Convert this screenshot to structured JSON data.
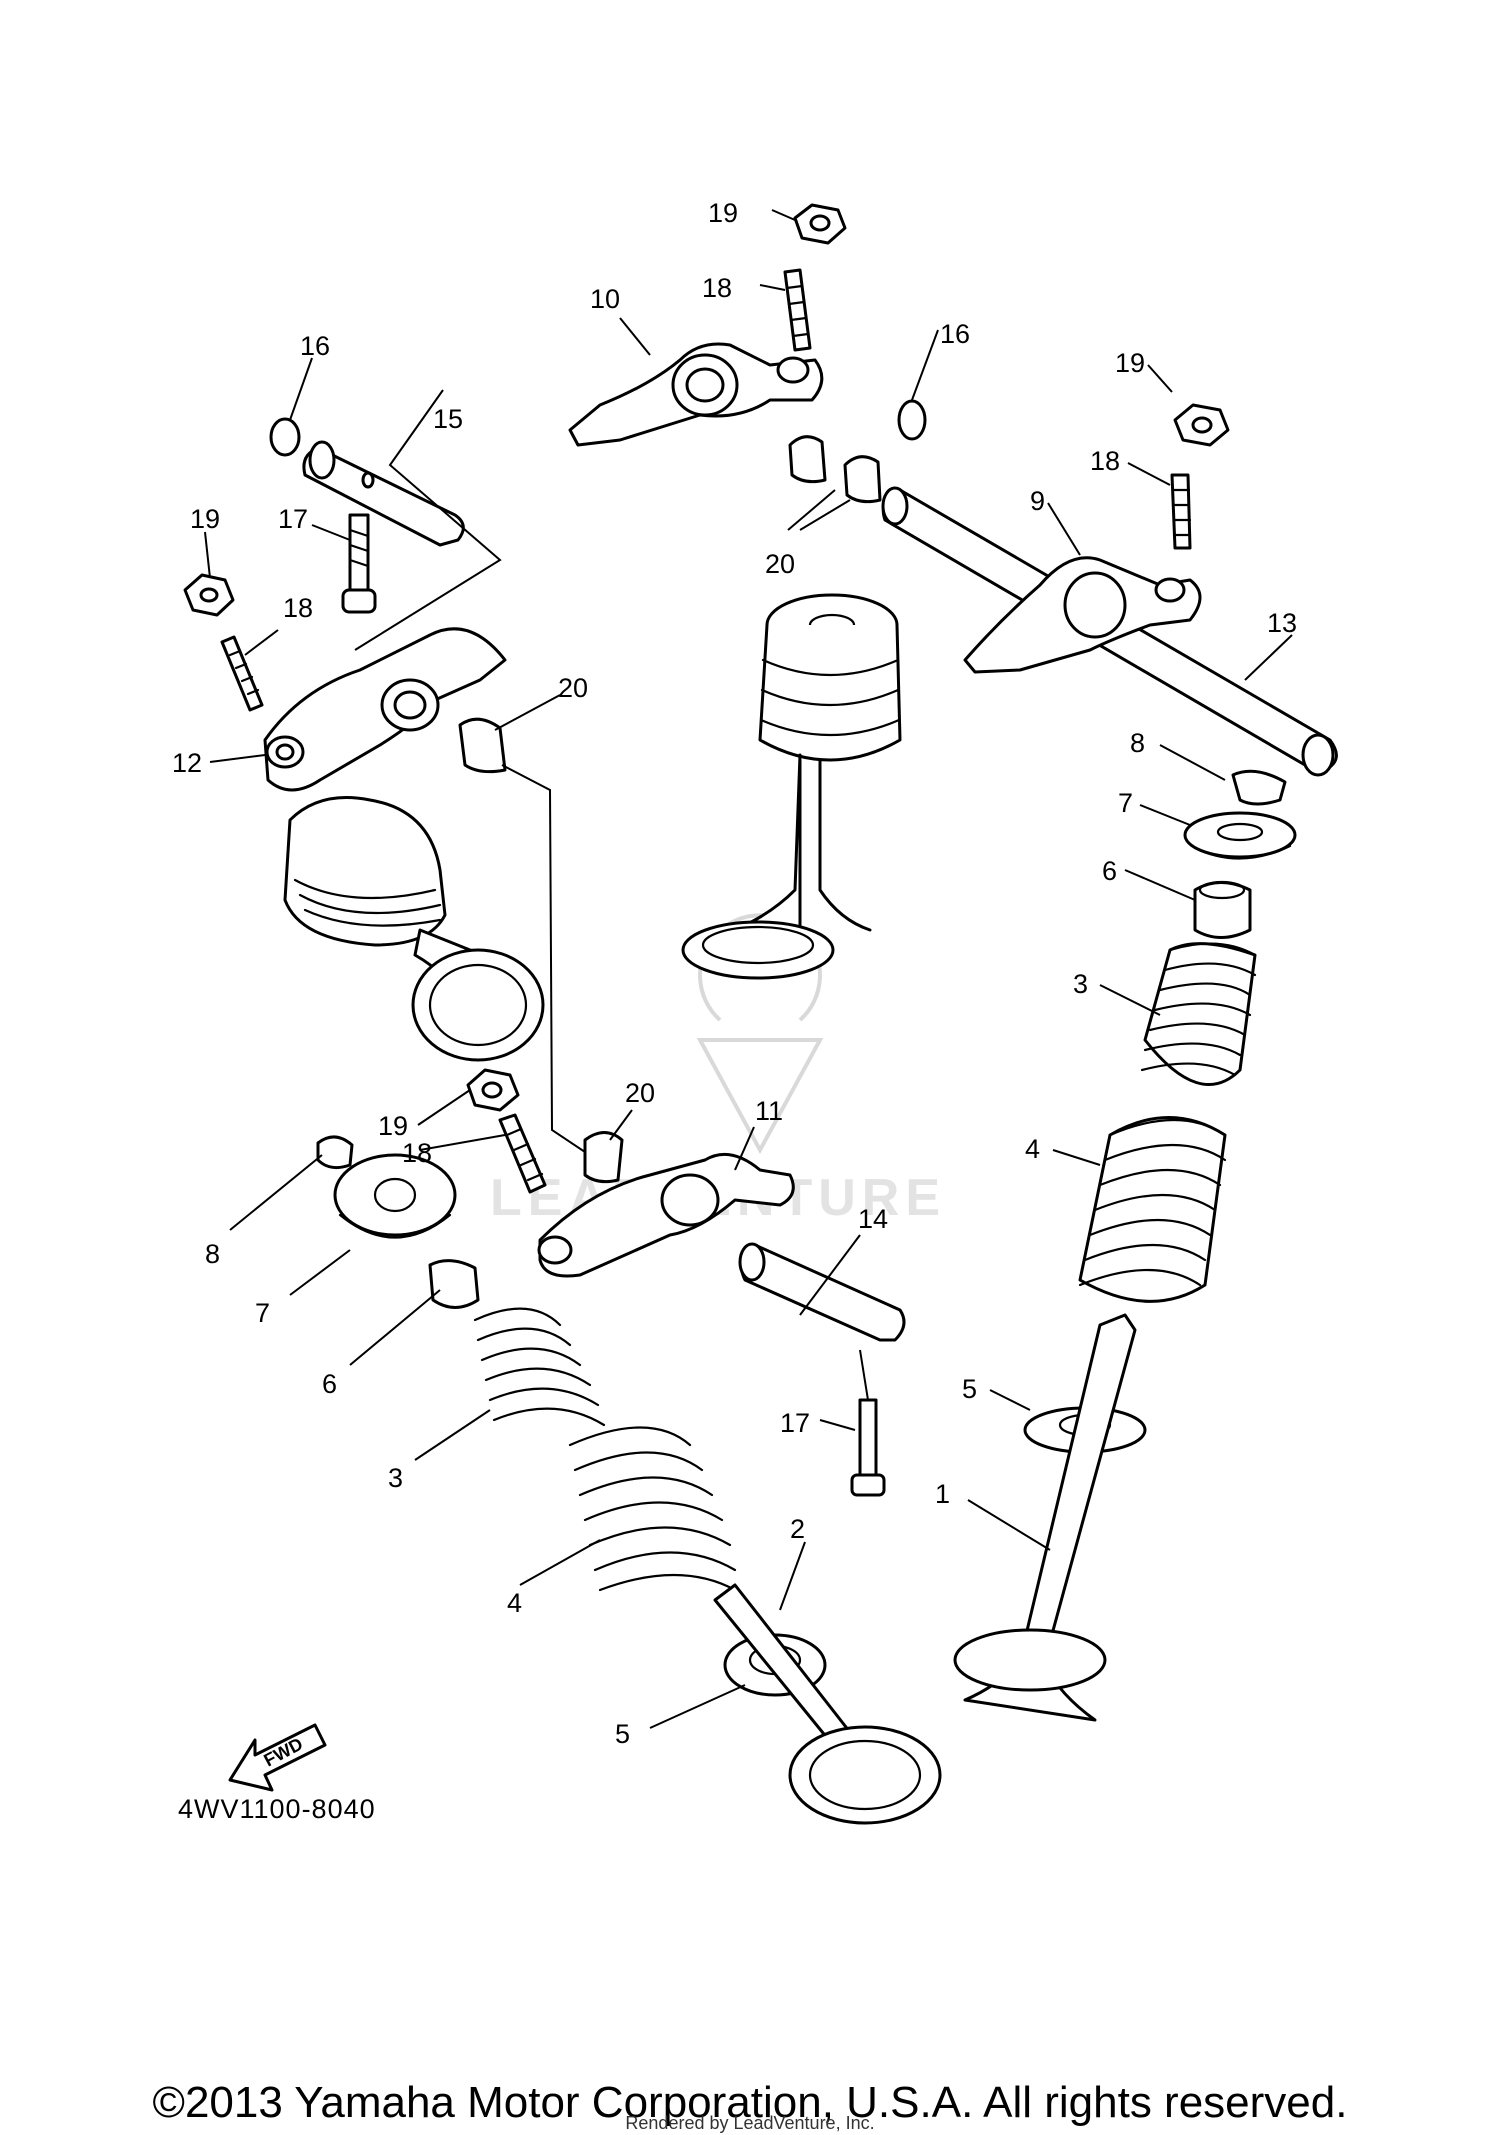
{
  "diagram": {
    "callouts": [
      "1",
      "2",
      "3",
      "3",
      "4",
      "4",
      "5",
      "5",
      "6",
      "6",
      "7",
      "7",
      "8",
      "8",
      "9",
      "10",
      "11",
      "12",
      "13",
      "14",
      "15",
      "16",
      "16",
      "17",
      "17",
      "18",
      "18",
      "18",
      "18",
      "19",
      "19",
      "19",
      "19",
      "20",
      "20",
      "20"
    ],
    "fwd_label": "FWD",
    "part_code": "4WV1100-8040",
    "watermark": "LEADVENTURE"
  },
  "footer": {
    "copyright": "©2013 Yamaha Motor Corporation, U.S.A. All rights reserved.",
    "rendered_by": "Rendered by LeadVenture, Inc."
  }
}
